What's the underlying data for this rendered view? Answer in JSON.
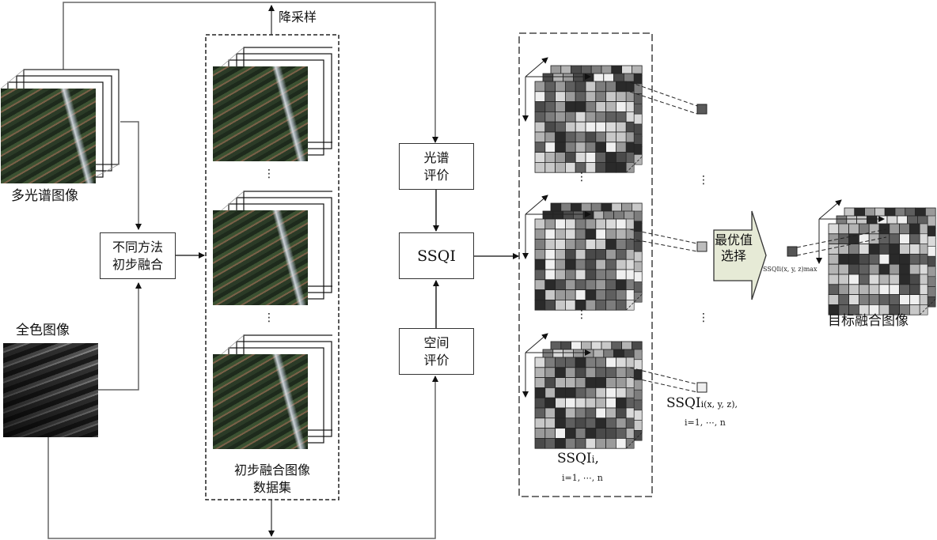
{
  "inputs": {
    "multispectral_label": "多光谱图像",
    "panchromatic_label": "全色图像"
  },
  "process": {
    "initial_fusion_label": [
      "不同方法",
      "初步融合"
    ],
    "downsample_label": "降采样",
    "dataset_label": [
      "初步融合图像",
      "数据集"
    ],
    "spectral_eval_label": [
      "光谱",
      "评价"
    ],
    "spatial_eval_label": [
      "空间",
      "评价"
    ],
    "ssqi_label": "SSQI",
    "stack_ellipsis": "⋮"
  },
  "ssqi_volumes": {
    "label_main": "SSQI",
    "label_sub": "i",
    "label_suffix": ",",
    "index_range": "i=1, ⋯, n",
    "cell_label_main": "SSQI",
    "cell_label_sub": "i(x, y, z),",
    "cell_index_range": "i=1, ⋯, n"
  },
  "selection": {
    "arrow_label": [
      "最优值",
      "选择"
    ],
    "max_label": "SSQIi(x, y, z)max"
  },
  "output": {
    "target_label": "目标融合图像"
  },
  "colors": {
    "line": "#555555",
    "box_border": "#333333",
    "selection_arrow_fill": "#e6ead6",
    "cell_dark": "#5a5a5a",
    "cell_mid": "#bdbdbd",
    "cell_light": "#efefef"
  }
}
